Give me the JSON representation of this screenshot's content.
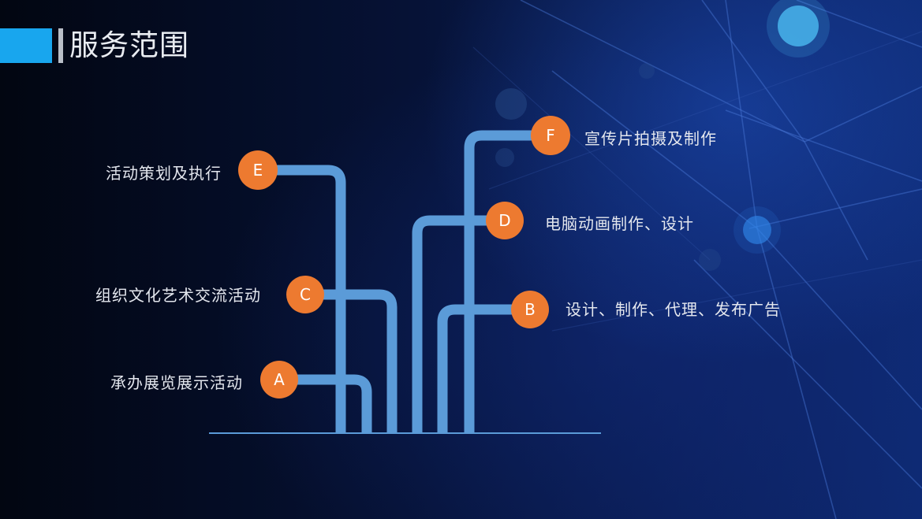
{
  "header": {
    "title": "服务范围"
  },
  "colors": {
    "accent": "#18a6ee",
    "pipe": "#5b9bd8",
    "node": "#ed7a30",
    "text": "#e4e7ee"
  },
  "items": [
    {
      "letter": "A",
      "label": "承办展览展示活动"
    },
    {
      "letter": "B",
      "label": "设计、制作、代理、发布广告"
    },
    {
      "letter": "C",
      "label": "组织文化艺术交流活动"
    },
    {
      "letter": "D",
      "label": "电脑动画制作、设计"
    },
    {
      "letter": "E",
      "label": "活动策划及执行"
    },
    {
      "letter": "F",
      "label": "宣传片拍摄及制作"
    }
  ]
}
